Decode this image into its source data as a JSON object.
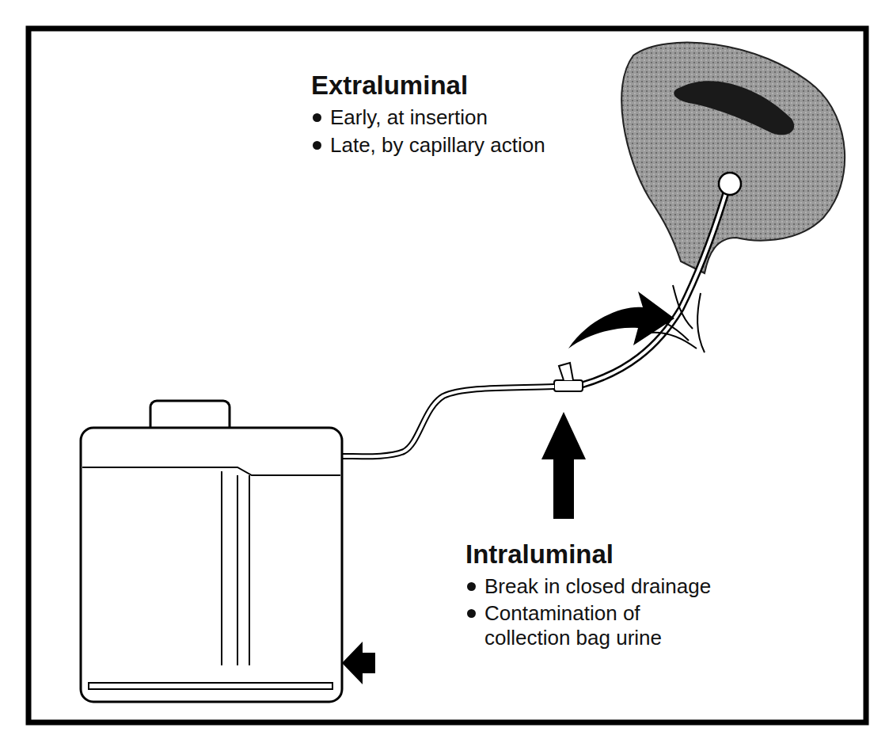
{
  "diagram": {
    "labels": [
      "Extraluminal",
      "Early, at insertion",
      "Late, by capillary action",
      "Intraluminal",
      "Break in closed drainage",
      "Contamination of collection bag urine"
    ]
  }
}
